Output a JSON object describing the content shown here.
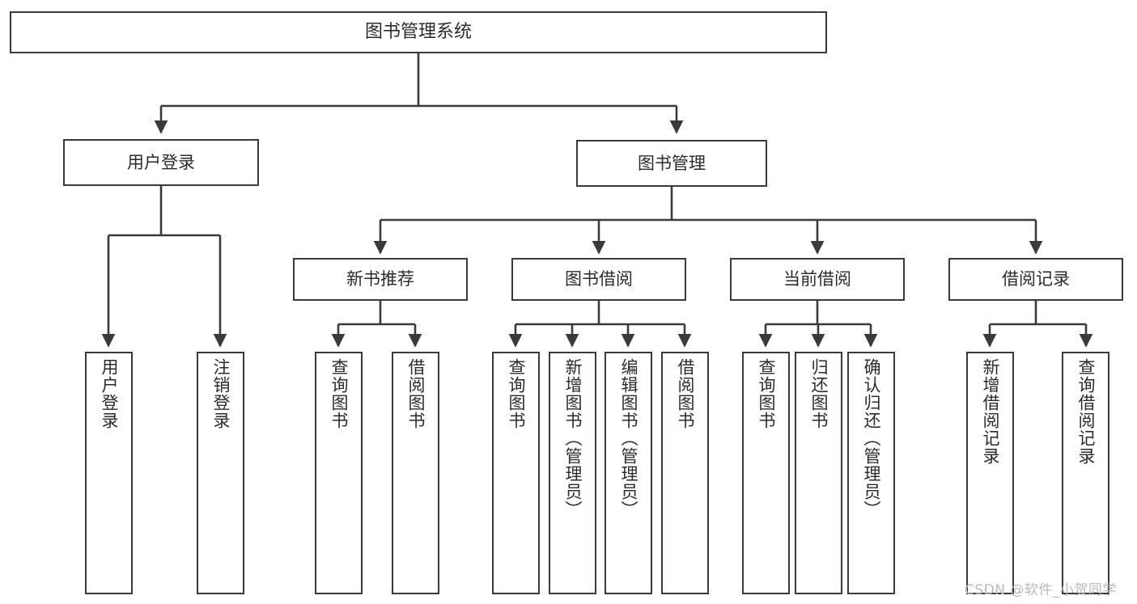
{
  "diagram": {
    "title": "图书管理系统",
    "watermark": "CSDN @软件_小贺同学",
    "stroke_color": "#3a3a3a",
    "text_color": "#2b2b2b",
    "background": "#ffffff",
    "watermark_color": "#b9b9b9"
  },
  "nodes": {
    "root": {
      "label": "图书管理系统"
    },
    "level2": [
      {
        "id": "user-login",
        "label": "用户登录"
      },
      {
        "id": "book-manage",
        "label": "图书管理"
      }
    ],
    "level3": [
      {
        "id": "new-book-recommend",
        "label": "新书推荐"
      },
      {
        "id": "book-borrow",
        "label": "图书借阅"
      },
      {
        "id": "current-borrow",
        "label": "当前借阅"
      },
      {
        "id": "borrow-record",
        "label": "借阅记录"
      }
    ],
    "leaves": {
      "user_login": [
        {
          "id": "leaf-user-login",
          "label": "用户登录"
        },
        {
          "id": "leaf-logout-login",
          "label": "注销登录"
        }
      ],
      "new_book_recommend": [
        {
          "id": "leaf-query-book-1",
          "label": "查询图书"
        },
        {
          "id": "leaf-borrow-book-1",
          "label": "借阅图书"
        }
      ],
      "book_borrow": [
        {
          "id": "leaf-query-book-2",
          "label": "查询图书"
        },
        {
          "id": "leaf-add-book",
          "label": "新增图书（管理员）"
        },
        {
          "id": "leaf-edit-book",
          "label": "编辑图书（管理员）"
        },
        {
          "id": "leaf-borrow-book-2",
          "label": "借阅图书"
        }
      ],
      "current_borrow": [
        {
          "id": "leaf-query-book-3",
          "label": "查询图书"
        },
        {
          "id": "leaf-return-book",
          "label": "归还图书"
        },
        {
          "id": "leaf-confirm-return",
          "label": "确认归还（管理员）"
        }
      ],
      "borrow_record": [
        {
          "id": "leaf-add-record",
          "label": "新增借阅记录"
        },
        {
          "id": "leaf-query-record",
          "label": "查询借阅记录"
        }
      ]
    }
  },
  "chart_data": {
    "type": "diagram",
    "diagram_type": "tree-hierarchy",
    "title": "图书管理系统",
    "orientation": "top-down",
    "tree": {
      "name": "图书管理系统",
      "children": [
        {
          "name": "用户登录",
          "children": [
            {
              "name": "用户登录"
            },
            {
              "name": "注销登录"
            }
          ]
        },
        {
          "name": "图书管理",
          "children": [
            {
              "name": "新书推荐",
              "children": [
                {
                  "name": "查询图书"
                },
                {
                  "name": "借阅图书"
                }
              ]
            },
            {
              "name": "图书借阅",
              "children": [
                {
                  "name": "查询图书"
                },
                {
                  "name": "新增图书（管理员）"
                },
                {
                  "name": "编辑图书（管理员）"
                },
                {
                  "name": "借阅图书"
                }
              ]
            },
            {
              "name": "当前借阅",
              "children": [
                {
                  "name": "查询图书"
                },
                {
                  "name": "归还图书"
                },
                {
                  "name": "确认归还（管理员）"
                }
              ]
            },
            {
              "name": "借阅记录",
              "children": [
                {
                  "name": "新增借阅记录"
                },
                {
                  "name": "查询借阅记录"
                }
              ]
            }
          ]
        }
      ]
    }
  }
}
